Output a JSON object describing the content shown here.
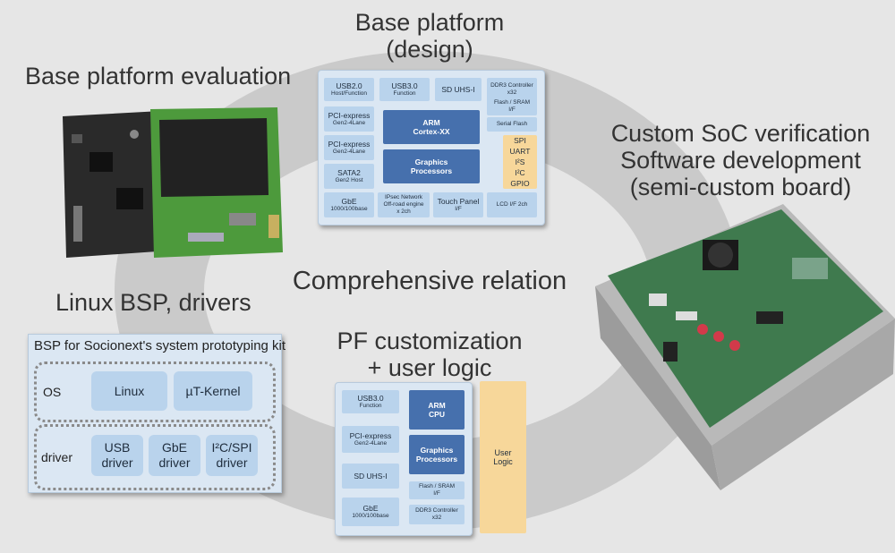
{
  "headings": {
    "design_line1": "Base platform",
    "design_line2": "(design)",
    "evaluation": "Base platform evaluation",
    "verification_line1": "Custom SoC verification",
    "verification_line2": "Software development",
    "verification_line3": "(semi-custom board)",
    "linux_bsp": "Linux BSP, drivers",
    "customization_line1": "PF customization",
    "customization_line2": "+ user logic",
    "center": "Comprehensive relation"
  },
  "base_platform": {
    "usb2": "USB2.0",
    "usb2_sub": "Host/Function",
    "usb3": "USB3.0",
    "usb3_sub": "Function",
    "sd": "SD UHS-I",
    "ddr3": "DDR3 Controller",
    "ddr3_sub": "x32",
    "pcie1": "PCI-express",
    "pcie1_sub": "Gen2-4Lane",
    "pcie2": "PCI-express",
    "pcie2_sub": "Gen2-4Lane",
    "sata": "SATA2",
    "sata_sub": "Gen2 Host",
    "arm": "ARM",
    "arm_sub": "Cortex-XX",
    "gpu": "Graphics",
    "gpu_sub": "Processors",
    "flash": "Flash / SRAM",
    "flash_sub": "I/F",
    "serial_flash": "Serial Flash",
    "spi": "SPI",
    "uart": "UART",
    "i2s": "I²S",
    "i2c": "I²C",
    "gpio": "GPIO",
    "gbe": "GbE",
    "gbe_sub": "1000/100base",
    "ipsec": "IPsec Network",
    "ipsec_sub1": "Off-road engine",
    "ipsec_sub2": "x 2ch",
    "touch": "Touch Panel",
    "touch_sub": "I/F",
    "lcd": "LCD I/F 2ch"
  },
  "custom_platform": {
    "usb3": "USB3.0",
    "usb3_sub": "Function",
    "pcie": "PCI-express",
    "pcie_sub": "Gen2-4Lane",
    "sd": "SD UHS-I",
    "gbe": "GbE",
    "gbe_sub": "1000/100base",
    "arm": "ARM",
    "arm_sub": "CPU",
    "gpu": "Graphics",
    "gpu_sub": "Processors",
    "flash": "Flash / SRAM",
    "flash_sub": "I/F",
    "ddr3": "DDR3 Controller",
    "ddr3_sub": "x32",
    "user_logic": "User",
    "user_logic_sub": "Logic"
  },
  "bsp": {
    "title": "BSP for Socionext's system prototyping kit",
    "os_label": "OS",
    "linux": "Linux",
    "tkernel": "µT-Kernel",
    "driver_label": "driver",
    "usb_driver_1": "USB",
    "usb_driver_2": "driver",
    "gbe_driver_1": "GbE",
    "gbe_driver_2": "driver",
    "i2c_driver_1": "I²C/SPI",
    "i2c_driver_2": "driver"
  },
  "colors": {
    "ring": "#c9c9c9",
    "panel": "#dbe7f3",
    "block": "#b9d3ec",
    "cpu_block": "#4670ad",
    "io_block": "#f7d79a",
    "pcb_green": "#3f7a4e"
  }
}
